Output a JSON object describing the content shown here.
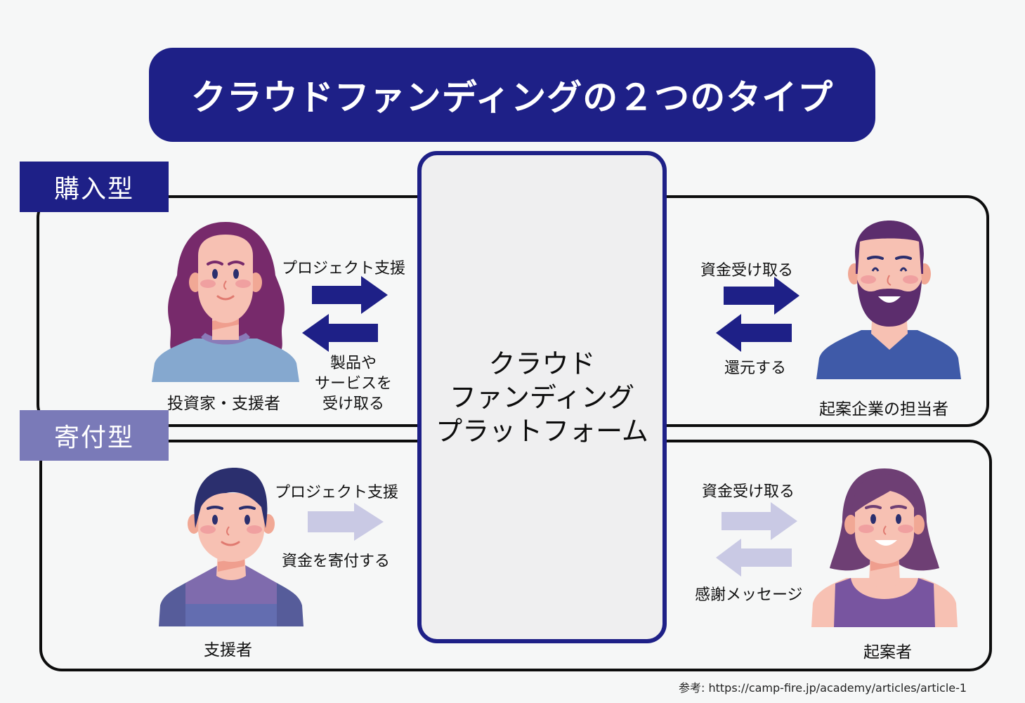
{
  "title": "クラウドファンディングの２つのタイプ",
  "colors": {
    "primary": "#1e2087",
    "secondary": "#7a7ab8",
    "arrow_light": "#c9c9e4",
    "frame": "#0d0d0d",
    "background": "#f6f7f7",
    "platform_fill": "#efeff0"
  },
  "platform": {
    "line1": "クラウド",
    "line2": "ファンディング",
    "line3": "プラットフォーム"
  },
  "purchase_type": {
    "label": "購入型",
    "left_person": {
      "caption": "投資家・支援者",
      "icon": "woman-long-hair-avatar"
    },
    "left_flow": {
      "top_label": "プロジェクト支援",
      "bottom_label_1": "製品や",
      "bottom_label_2": "サービスを",
      "bottom_label_3": "受け取る",
      "arrows": [
        "arrow-right",
        "arrow-left"
      ]
    },
    "right_flow": {
      "top_label": "資金受け取る",
      "bottom_label": "還元する",
      "arrows": [
        "arrow-right",
        "arrow-left"
      ]
    },
    "right_person": {
      "caption": "起案企業の担当者",
      "icon": "bearded-man-avatar"
    }
  },
  "donation_type": {
    "label": "寄付型",
    "left_person": {
      "caption": "支援者",
      "icon": "man-short-hair-avatar"
    },
    "left_flow": {
      "top_label": "プロジェクト支援",
      "bottom_label": "資金を寄付する",
      "arrows": [
        "arrow-right"
      ]
    },
    "right_flow": {
      "top_label": "資金受け取る",
      "bottom_label": "感謝メッセージ",
      "arrows": [
        "arrow-right",
        "arrow-left"
      ]
    },
    "right_person": {
      "caption": "起案者",
      "icon": "woman-medium-hair-avatar"
    }
  },
  "source": "参考: https://camp-fire.jp/academy/articles/article-1"
}
